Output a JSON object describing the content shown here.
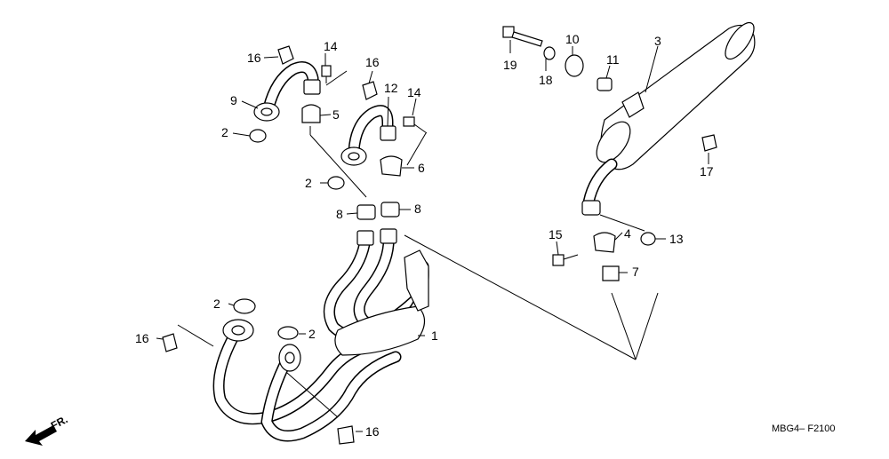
{
  "diagram": {
    "code": "MBG4– F2100",
    "direction_label": "FR.",
    "callouts": {
      "c1": "1",
      "c2a": "2",
      "c2b": "2",
      "c2c": "2",
      "c2d": "2",
      "c3": "3",
      "c4": "4",
      "c5": "5",
      "c6": "6",
      "c7": "7",
      "c8a": "8",
      "c8b": "8",
      "c9": "9",
      "c10": "10",
      "c11": "11",
      "c12": "12",
      "c13": "13",
      "c14a": "14",
      "c14b": "14",
      "c15": "15",
      "c16a": "16",
      "c16b": "16",
      "c16c": "16",
      "c16d": "16",
      "c17": "17",
      "c18": "18",
      "c19": "19"
    }
  }
}
